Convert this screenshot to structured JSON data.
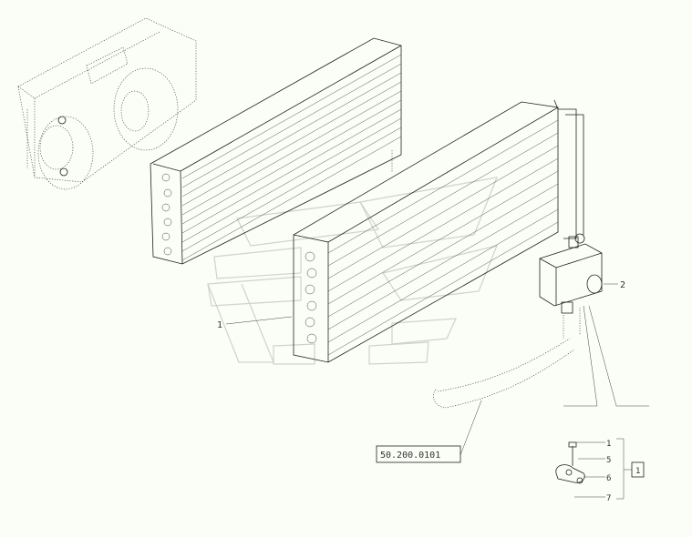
{
  "callouts": {
    "evaporator": "1",
    "valve": "2",
    "ref_box": "50.200.0101",
    "kit_item_1": "1",
    "kit_item_5": "5",
    "kit_item_6": "6",
    "kit_item_7": "7",
    "kit_box": "1"
  },
  "colors": {
    "background": "#fbfdf7",
    "line": "#222222",
    "watermark": "#cfd3cc"
  },
  "icons": [
    "blower-housing",
    "heater-core",
    "evaporator-core",
    "expansion-valve",
    "hose",
    "bolt",
    "clamp",
    "washer"
  ]
}
